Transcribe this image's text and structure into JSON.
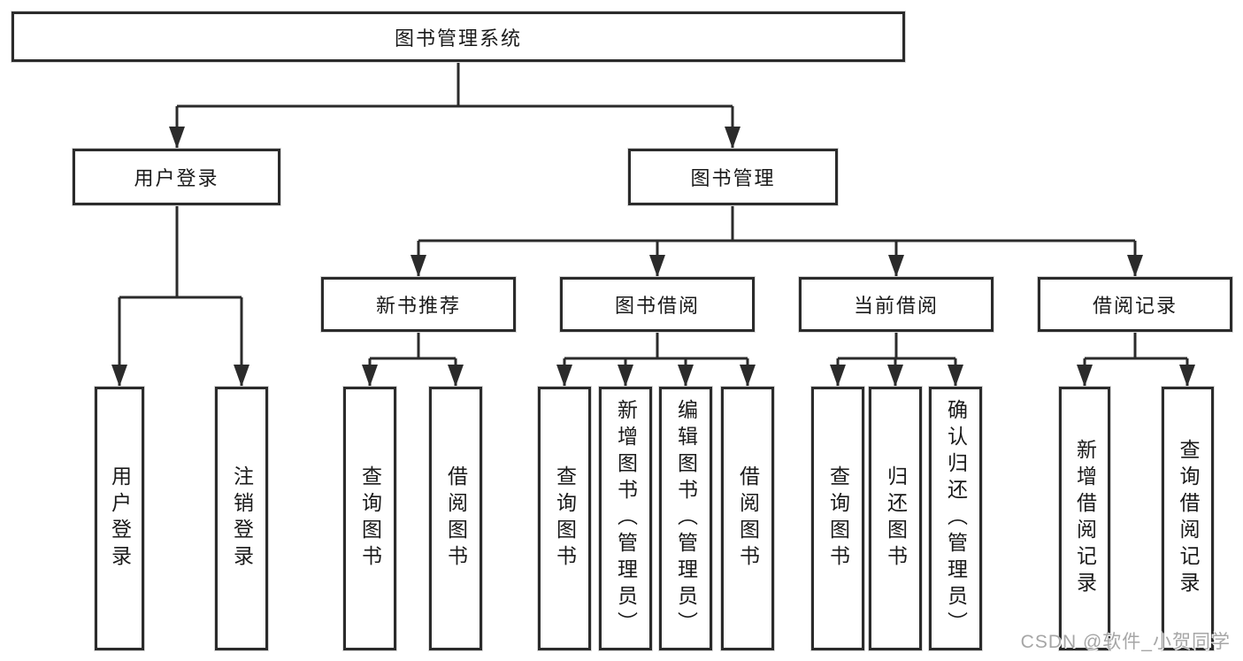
{
  "diagram": {
    "root": {
      "label": "图书管理系统"
    },
    "level2": [
      {
        "label": "用户登录",
        "children": [
          {
            "label": "用户登录"
          },
          {
            "label": "注销登录"
          }
        ]
      },
      {
        "label": "图书管理",
        "children": [
          {
            "label": "新书推荐",
            "children": [
              {
                "label": "查询图书"
              },
              {
                "label": "借阅图书"
              }
            ]
          },
          {
            "label": "图书借阅",
            "children": [
              {
                "label": "查询图书"
              },
              {
                "label": "新增图书（管理员）"
              },
              {
                "label": "编辑图书（管理员）"
              },
              {
                "label": "借阅图书"
              }
            ]
          },
          {
            "label": "当前借阅",
            "children": [
              {
                "label": "查询图书"
              },
              {
                "label": "归还图书"
              },
              {
                "label": "确认归还（管理员）"
              }
            ]
          },
          {
            "label": "借阅记录",
            "children": [
              {
                "label": "新增借阅记录"
              },
              {
                "label": "查询借阅记录"
              }
            ]
          }
        ]
      }
    ],
    "watermark": "CSDN @软件_小贺同学",
    "colors": {
      "line": "#2b2b2b",
      "box_background": "#ffffff",
      "text": "#1a1a1a",
      "watermark": "#a6a6a6"
    }
  }
}
